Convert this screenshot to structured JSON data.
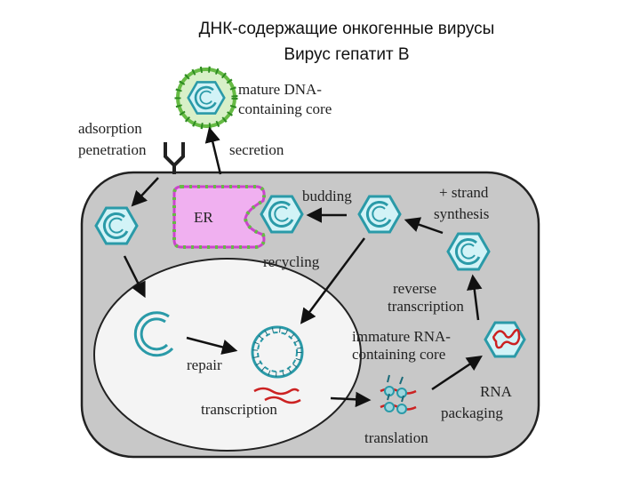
{
  "title": {
    "line1": "ДНК-содержащие онкогенные вирусы",
    "line2": "Вирус гепатит B"
  },
  "labels": {
    "mature_1": "mature DNA-",
    "mature_2": "containing core",
    "adsorption": "adsorption",
    "penetration": "penetration",
    "secretion": "secretion",
    "er": "ER",
    "budding": "budding",
    "plus_strand_1": "+ strand",
    "plus_strand_2": "synthesis",
    "recycling": "recycling",
    "reverse_1": "reverse",
    "reverse_2": "transcription",
    "immature_1": "immature RNA-",
    "immature_2": "containing core",
    "repair": "repair",
    "transcription": "transcription",
    "rna_1": "RNA",
    "rna_2": "packaging",
    "translation": "translation"
  },
  "colors": {
    "capsid": "#2a9aa8",
    "envelope": "#66bb44",
    "er_fill": "#f0b0f0",
    "er_stroke": "#cc44cc",
    "cell": "#c8c8c8",
    "nucleus": "#f4f4f4",
    "rna": "#cc2222"
  }
}
